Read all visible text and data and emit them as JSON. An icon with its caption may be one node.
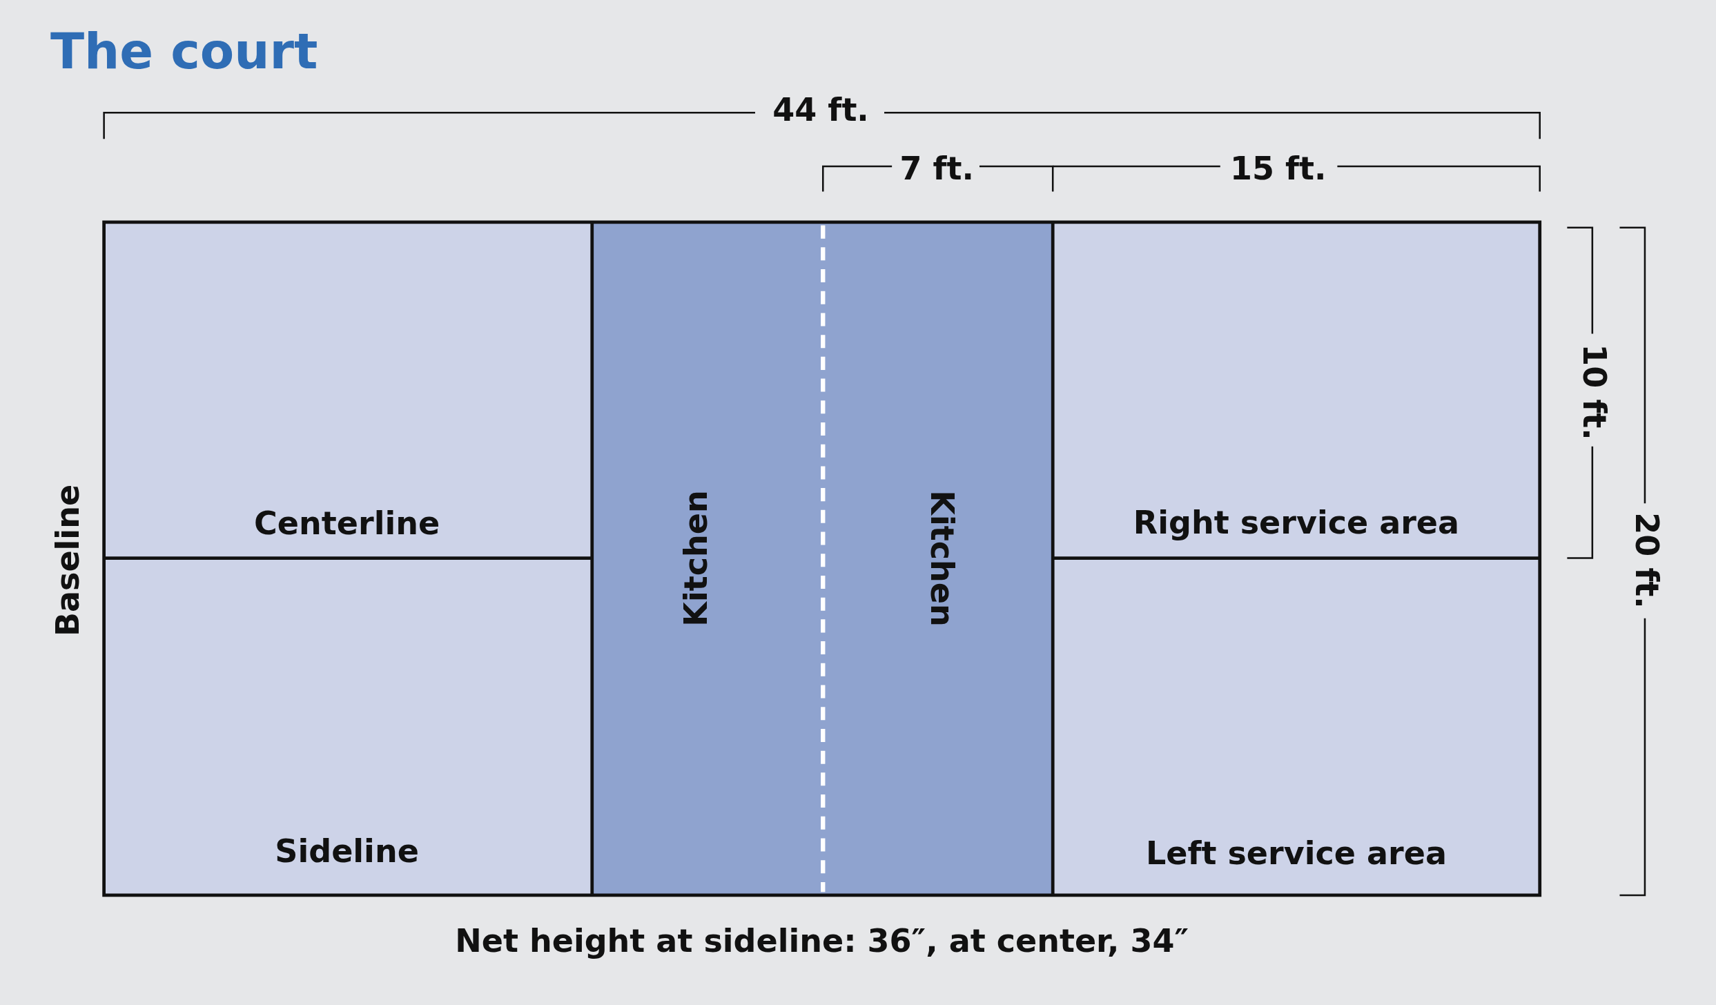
{
  "diagram": {
    "title": "The court",
    "nodes": [
      {
        "text": [
          "Kitchen"
        ]
      },
      {
        "text": [
          "Kitchen"
        ]
      },
      {
        "text": [
          "Right service area"
        ]
      },
      {
        "text": [
          "Left service area"
        ]
      }
    ],
    "edges": [],
    "labels": [
      "44 ft.",
      "7 ft.",
      "15 ft.",
      "10 ft.",
      "20 ft.",
      "Baseline",
      "Centerline",
      "Sideline",
      "Net height at sideline: 36″, at center, 34″"
    ]
  }
}
